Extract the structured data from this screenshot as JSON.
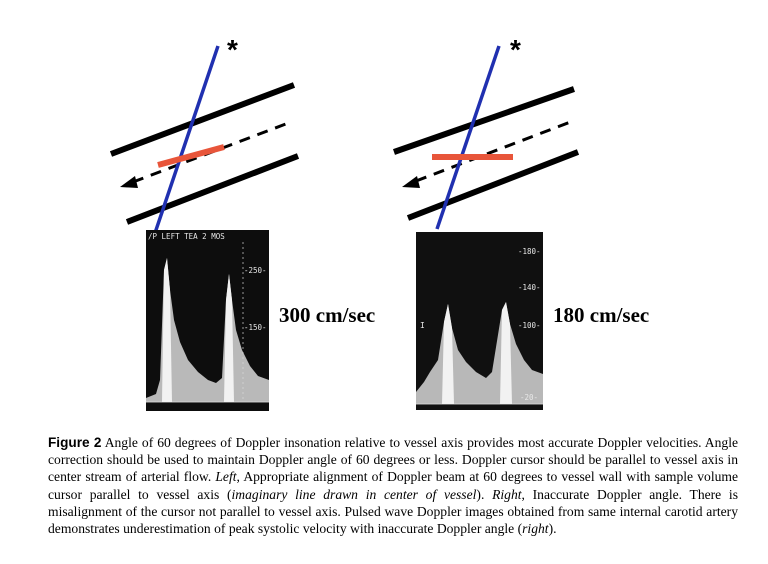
{
  "figure": {
    "asterisk_left": "*",
    "asterisk_right": "*",
    "left_panel": {
      "header": "/P LEFT TEA 2 MOS",
      "scale_labels": [
        "-250-",
        "-150-"
      ],
      "velocity_label": "300 cm/sec"
    },
    "right_panel": {
      "scale_labels": [
        "-180-",
        "-140-",
        "-100-",
        "-20-"
      ],
      "marker": "I",
      "velocity_label": "180 cm/sec"
    },
    "colors": {
      "vessel_wall": "#000000",
      "doppler_beam": "#2030b0",
      "sample_cursor": "#e8553a"
    }
  },
  "caption": {
    "label": "Figure 2",
    "text_1": " Angle of 60 degrees of Doppler insonation relative to vessel axis provides most accurate Doppler velocities. Angle correction should be used to maintain Doppler angle of 60 degrees or less. Doppler cursor should be parallel to vessel axis in center stream of arterial flow. ",
    "left_word": "Left",
    "text_2": ", Appropriate alignment of Doppler beam at 60 degrees to vessel wall with sample volume cursor parallel to vessel axis (",
    "italic_phrase": "imaginary line drawn in center of vessel",
    "text_3": "). ",
    "right_word": "Right",
    "text_4": ", Inaccurate Doppler angle. There is misalignment of the cursor not parallel to vessel axis. Pulsed wave Doppler images obtained from same internal carotid artery demonstrates underestimation of peak systolic velocity with inaccurate Doppler angle (",
    "right_word_2": "right",
    "text_5": ")."
  }
}
